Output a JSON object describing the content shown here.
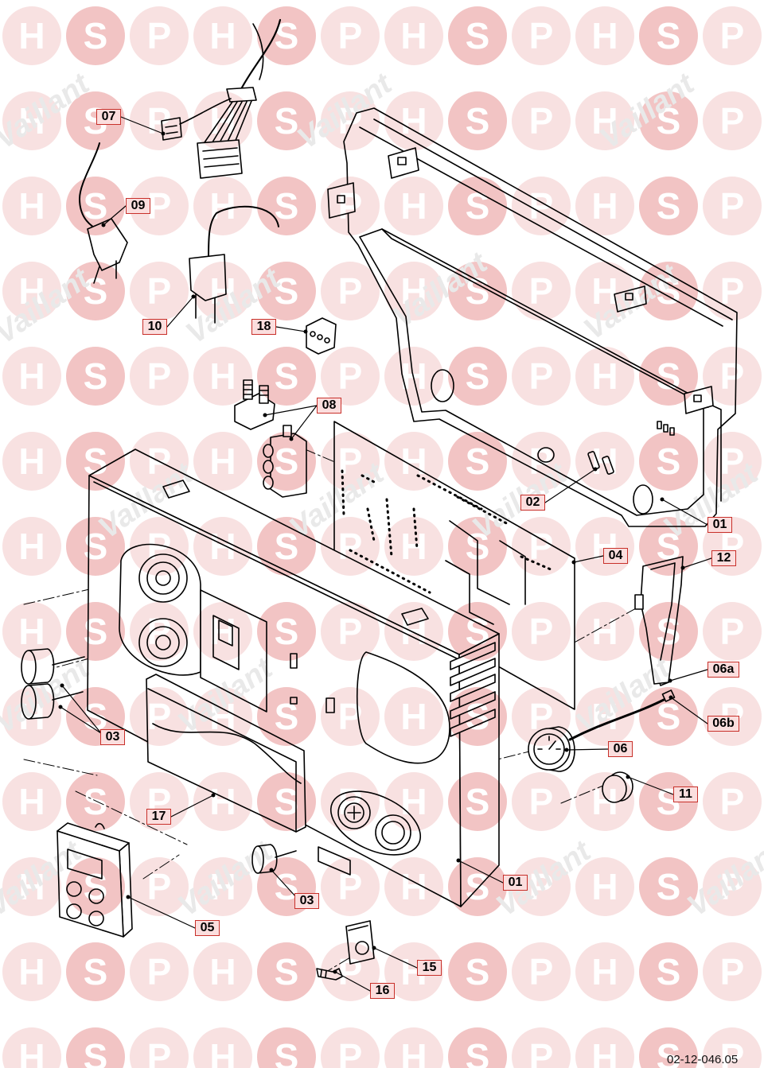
{
  "diagram": {
    "callouts": [
      "07",
      "09",
      "10",
      "18",
      "08",
      "02",
      "01",
      "04",
      "12",
      "06a",
      "06b",
      "06",
      "11",
      "03",
      "17",
      "01",
      "03",
      "05",
      "15",
      "16"
    ],
    "drawing_number": "02-12-046.05"
  },
  "watermark": {
    "letters": [
      "H",
      "S",
      "P"
    ],
    "brand": "Vaillant"
  },
  "colors": {
    "callout_border": "#c8302a",
    "callout_fill": "#fbdede",
    "watermark_hp": "#f8e1e1",
    "watermark_s": "#f2c4c4",
    "watermark_brand": "#e9e9e9",
    "line": "#000000"
  }
}
